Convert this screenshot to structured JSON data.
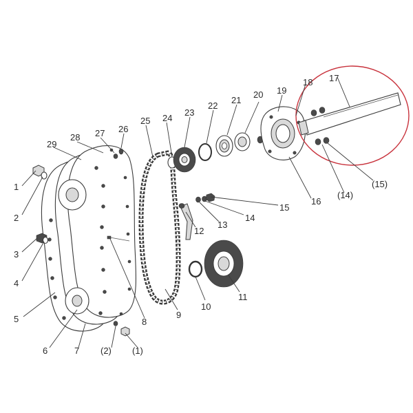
{
  "highlight_color": "#c8323c",
  "labels": [
    {
      "id": "l1",
      "text": "1"
    },
    {
      "id": "l2",
      "text": "2"
    },
    {
      "id": "l3",
      "text": "3"
    },
    {
      "id": "l4",
      "text": "4"
    },
    {
      "id": "l5",
      "text": "5"
    },
    {
      "id": "l6",
      "text": "6"
    },
    {
      "id": "l7",
      "text": "7"
    },
    {
      "id": "l8",
      "text": "8"
    },
    {
      "id": "l9",
      "text": "9"
    },
    {
      "id": "l10",
      "text": "10"
    },
    {
      "id": "l11",
      "text": "11"
    },
    {
      "id": "l12",
      "text": "12"
    },
    {
      "id": "l13",
      "text": "13"
    },
    {
      "id": "l14",
      "text": "14"
    },
    {
      "id": "l15",
      "text": "15"
    },
    {
      "id": "l16",
      "text": "16"
    },
    {
      "id": "l17",
      "text": "17"
    },
    {
      "id": "l18",
      "text": "18"
    },
    {
      "id": "l19",
      "text": "19"
    },
    {
      "id": "l20",
      "text": "20"
    },
    {
      "id": "l21",
      "text": "21"
    },
    {
      "id": "l22",
      "text": "22"
    },
    {
      "id": "l23",
      "text": "23"
    },
    {
      "id": "l24",
      "text": "24"
    },
    {
      "id": "l25",
      "text": "25"
    },
    {
      "id": "l26",
      "text": "26"
    },
    {
      "id": "l27",
      "text": "27"
    },
    {
      "id": "l28",
      "text": "28"
    },
    {
      "id": "l29",
      "text": "29"
    },
    {
      "id": "lp1",
      "text": "(1)"
    },
    {
      "id": "lp2",
      "text": "(2)"
    },
    {
      "id": "lp14",
      "text": "(14)"
    },
    {
      "id": "lp15",
      "text": "(15)"
    }
  ]
}
